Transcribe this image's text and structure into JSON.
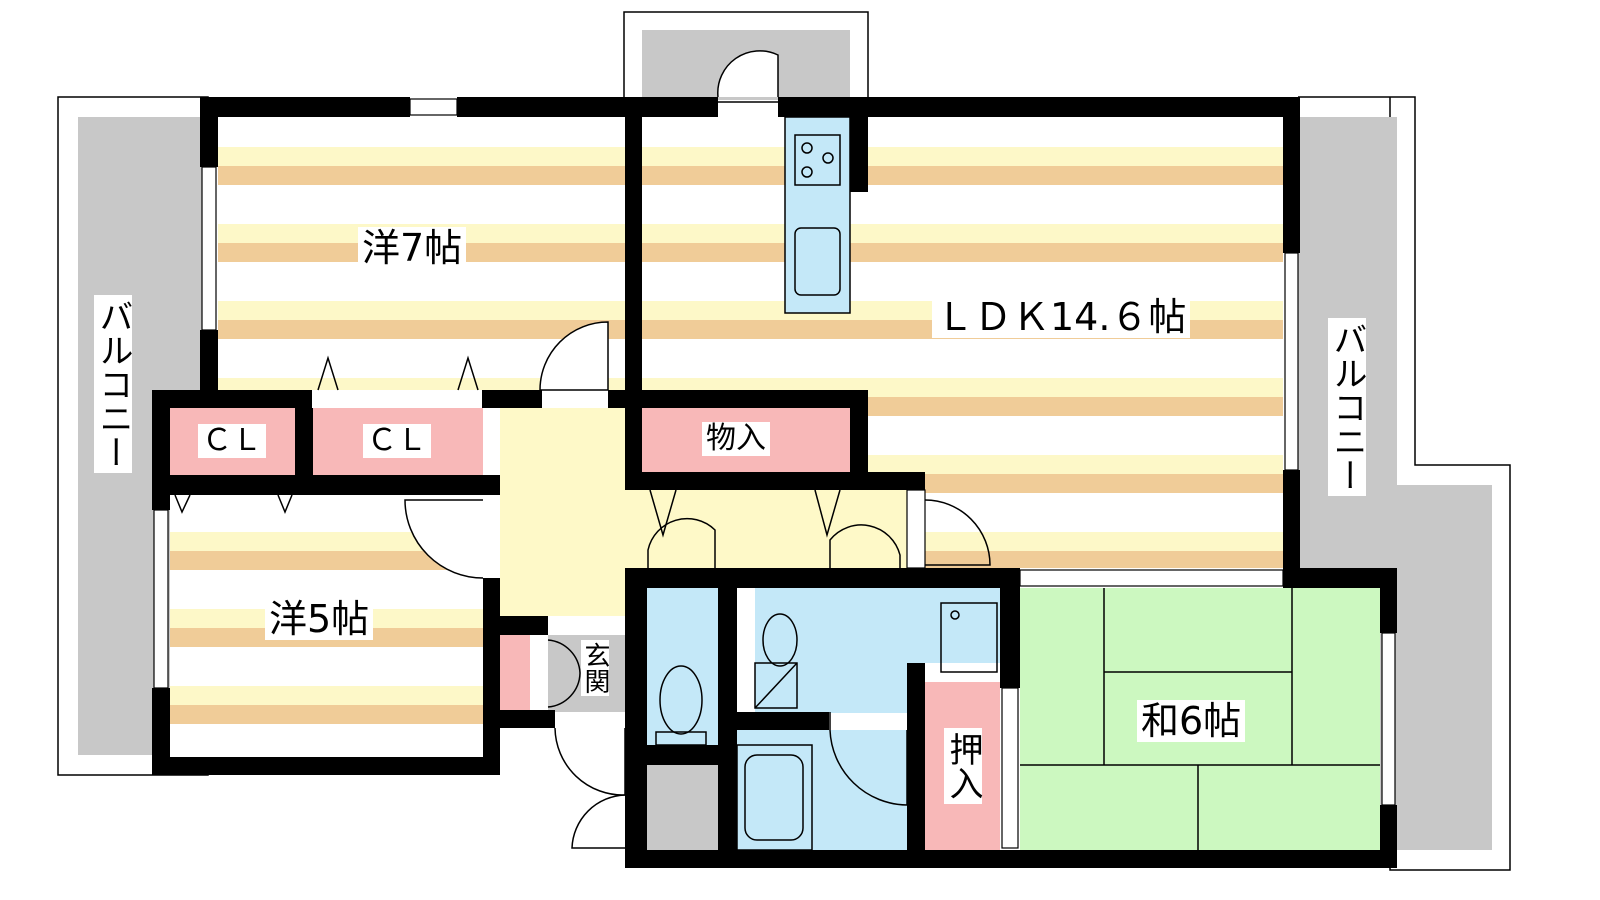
{
  "rooms": {
    "western_7": "洋7帖",
    "ldk": "ＬＤＫ14.６帖",
    "western_5": "洋5帖",
    "japanese_6": "和6帖",
    "closet_1": "ＣＬ",
    "closet_2": "ＣＬ",
    "storage": "物入",
    "entrance": "玄関",
    "oshiire": "押入",
    "balcony_left": "バルコニー",
    "balcony_right": "バルコニー"
  },
  "colors": {
    "wall": "#000000",
    "stripe_tan": "#f0cc98",
    "stripe_cream": "#fdf8c8",
    "hall": "#fef9c8",
    "wet": "#c4e8f8",
    "closet": "#f8b8b8",
    "tatami": "#ccf8c0",
    "balcony": "#c8c8c8"
  }
}
